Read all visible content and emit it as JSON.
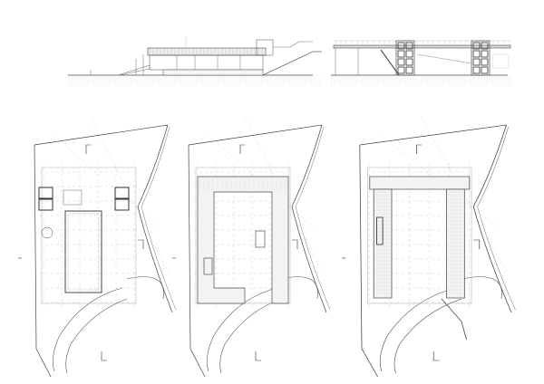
{
  "sheet": {
    "background": "#ffffff",
    "line_color": "#4a4a4a",
    "light_line_color": "#b5b5b5",
    "hatch_color": "#9a9a9a"
  },
  "drawings": {
    "sections": [
      {
        "id": "section-1"
      },
      {
        "id": "section-2"
      }
    ],
    "plans": [
      {
        "id": "plan-level-1",
        "variant": "pool"
      },
      {
        "id": "plan-level-2",
        "variant": "ring"
      },
      {
        "id": "plan-level-3",
        "variant": "bars"
      }
    ]
  }
}
